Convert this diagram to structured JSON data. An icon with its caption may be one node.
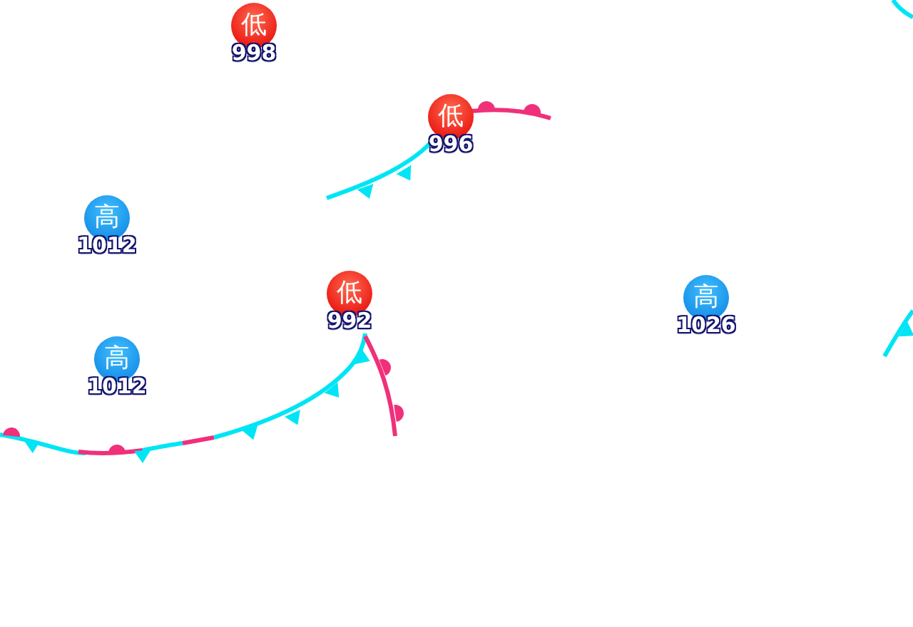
{
  "diagram": {
    "nodes": [
      {
        "text": [
          "低",
          "998"
        ]
      },
      {
        "text": [
          "低",
          "996"
        ]
      },
      {
        "text": [
          "高",
          "1012"
        ]
      },
      {
        "text": [
          "低",
          "992"
        ]
      },
      {
        "text": [
          "高",
          "1012"
        ]
      },
      {
        "text": [
          "高",
          "1026"
        ]
      }
    ]
  }
}
